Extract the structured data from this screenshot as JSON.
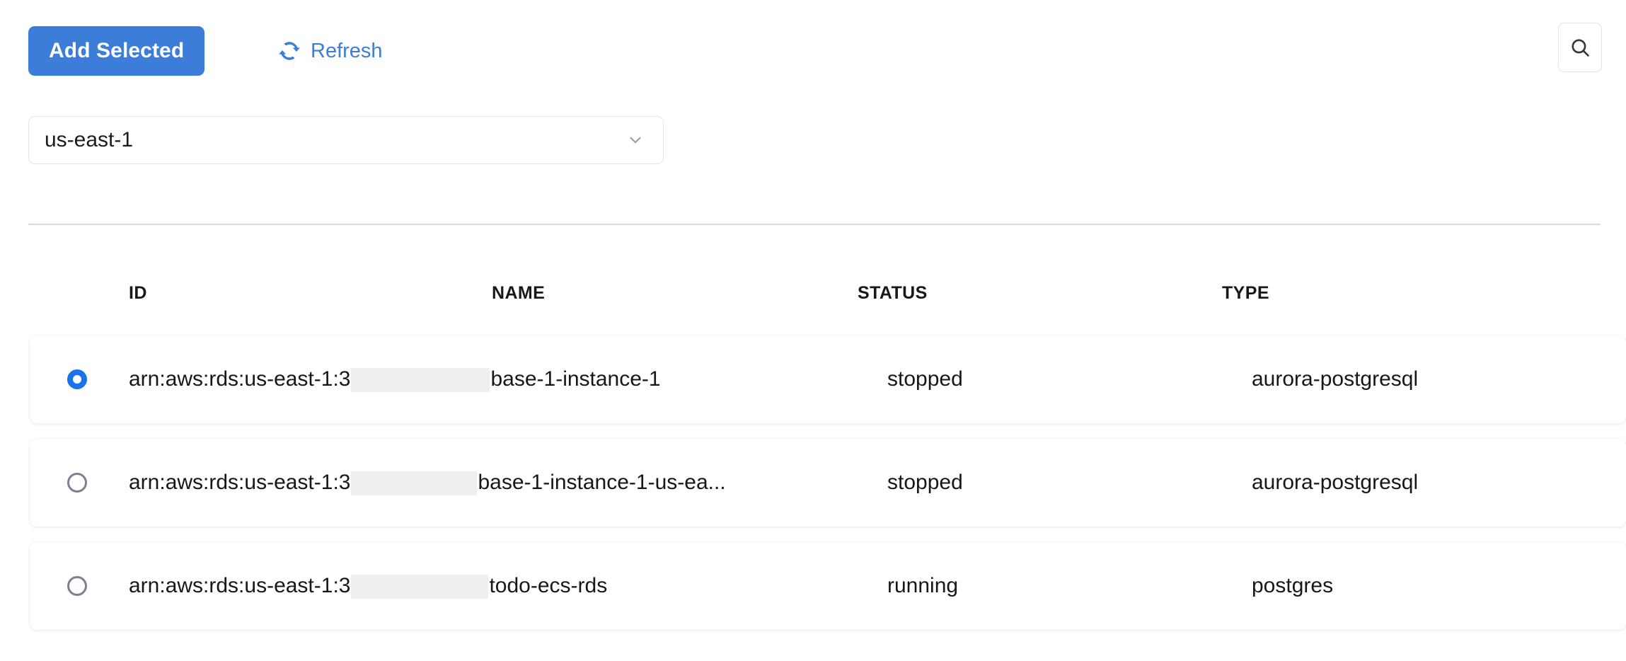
{
  "toolbar": {
    "add_selected_label": "Add Selected",
    "refresh_label": "Refresh",
    "refresh_icon": "refresh-icon",
    "search_icon": "search-icon",
    "accent_color": "#3b7dd8"
  },
  "region_select": {
    "value": "us-east-1",
    "chevron_icon": "chevron-down-icon"
  },
  "table": {
    "columns": [
      "ID",
      "NAME",
      "STATUS",
      "TYPE"
    ],
    "rows": [
      {
        "selected": true,
        "id_prefix": "arn:aws:rds:us-east-1:3",
        "id_redacted": true,
        "id_suffix": "base-1-instance-1",
        "name": "",
        "status": "stopped",
        "type": "aurora-postgresql"
      },
      {
        "selected": false,
        "id_prefix": "arn:aws:rds:us-east-1:3",
        "id_redacted": true,
        "id_suffix": "base-1-instance-1-us-ea...",
        "name": "",
        "status": "stopped",
        "type": "aurora-postgresql"
      },
      {
        "selected": false,
        "id_prefix": "arn:aws:rds:us-east-1:3",
        "id_redacted": true,
        "id_suffix": " todo-ecs-rds",
        "name": "",
        "status": "running",
        "type": "postgres"
      }
    ]
  }
}
